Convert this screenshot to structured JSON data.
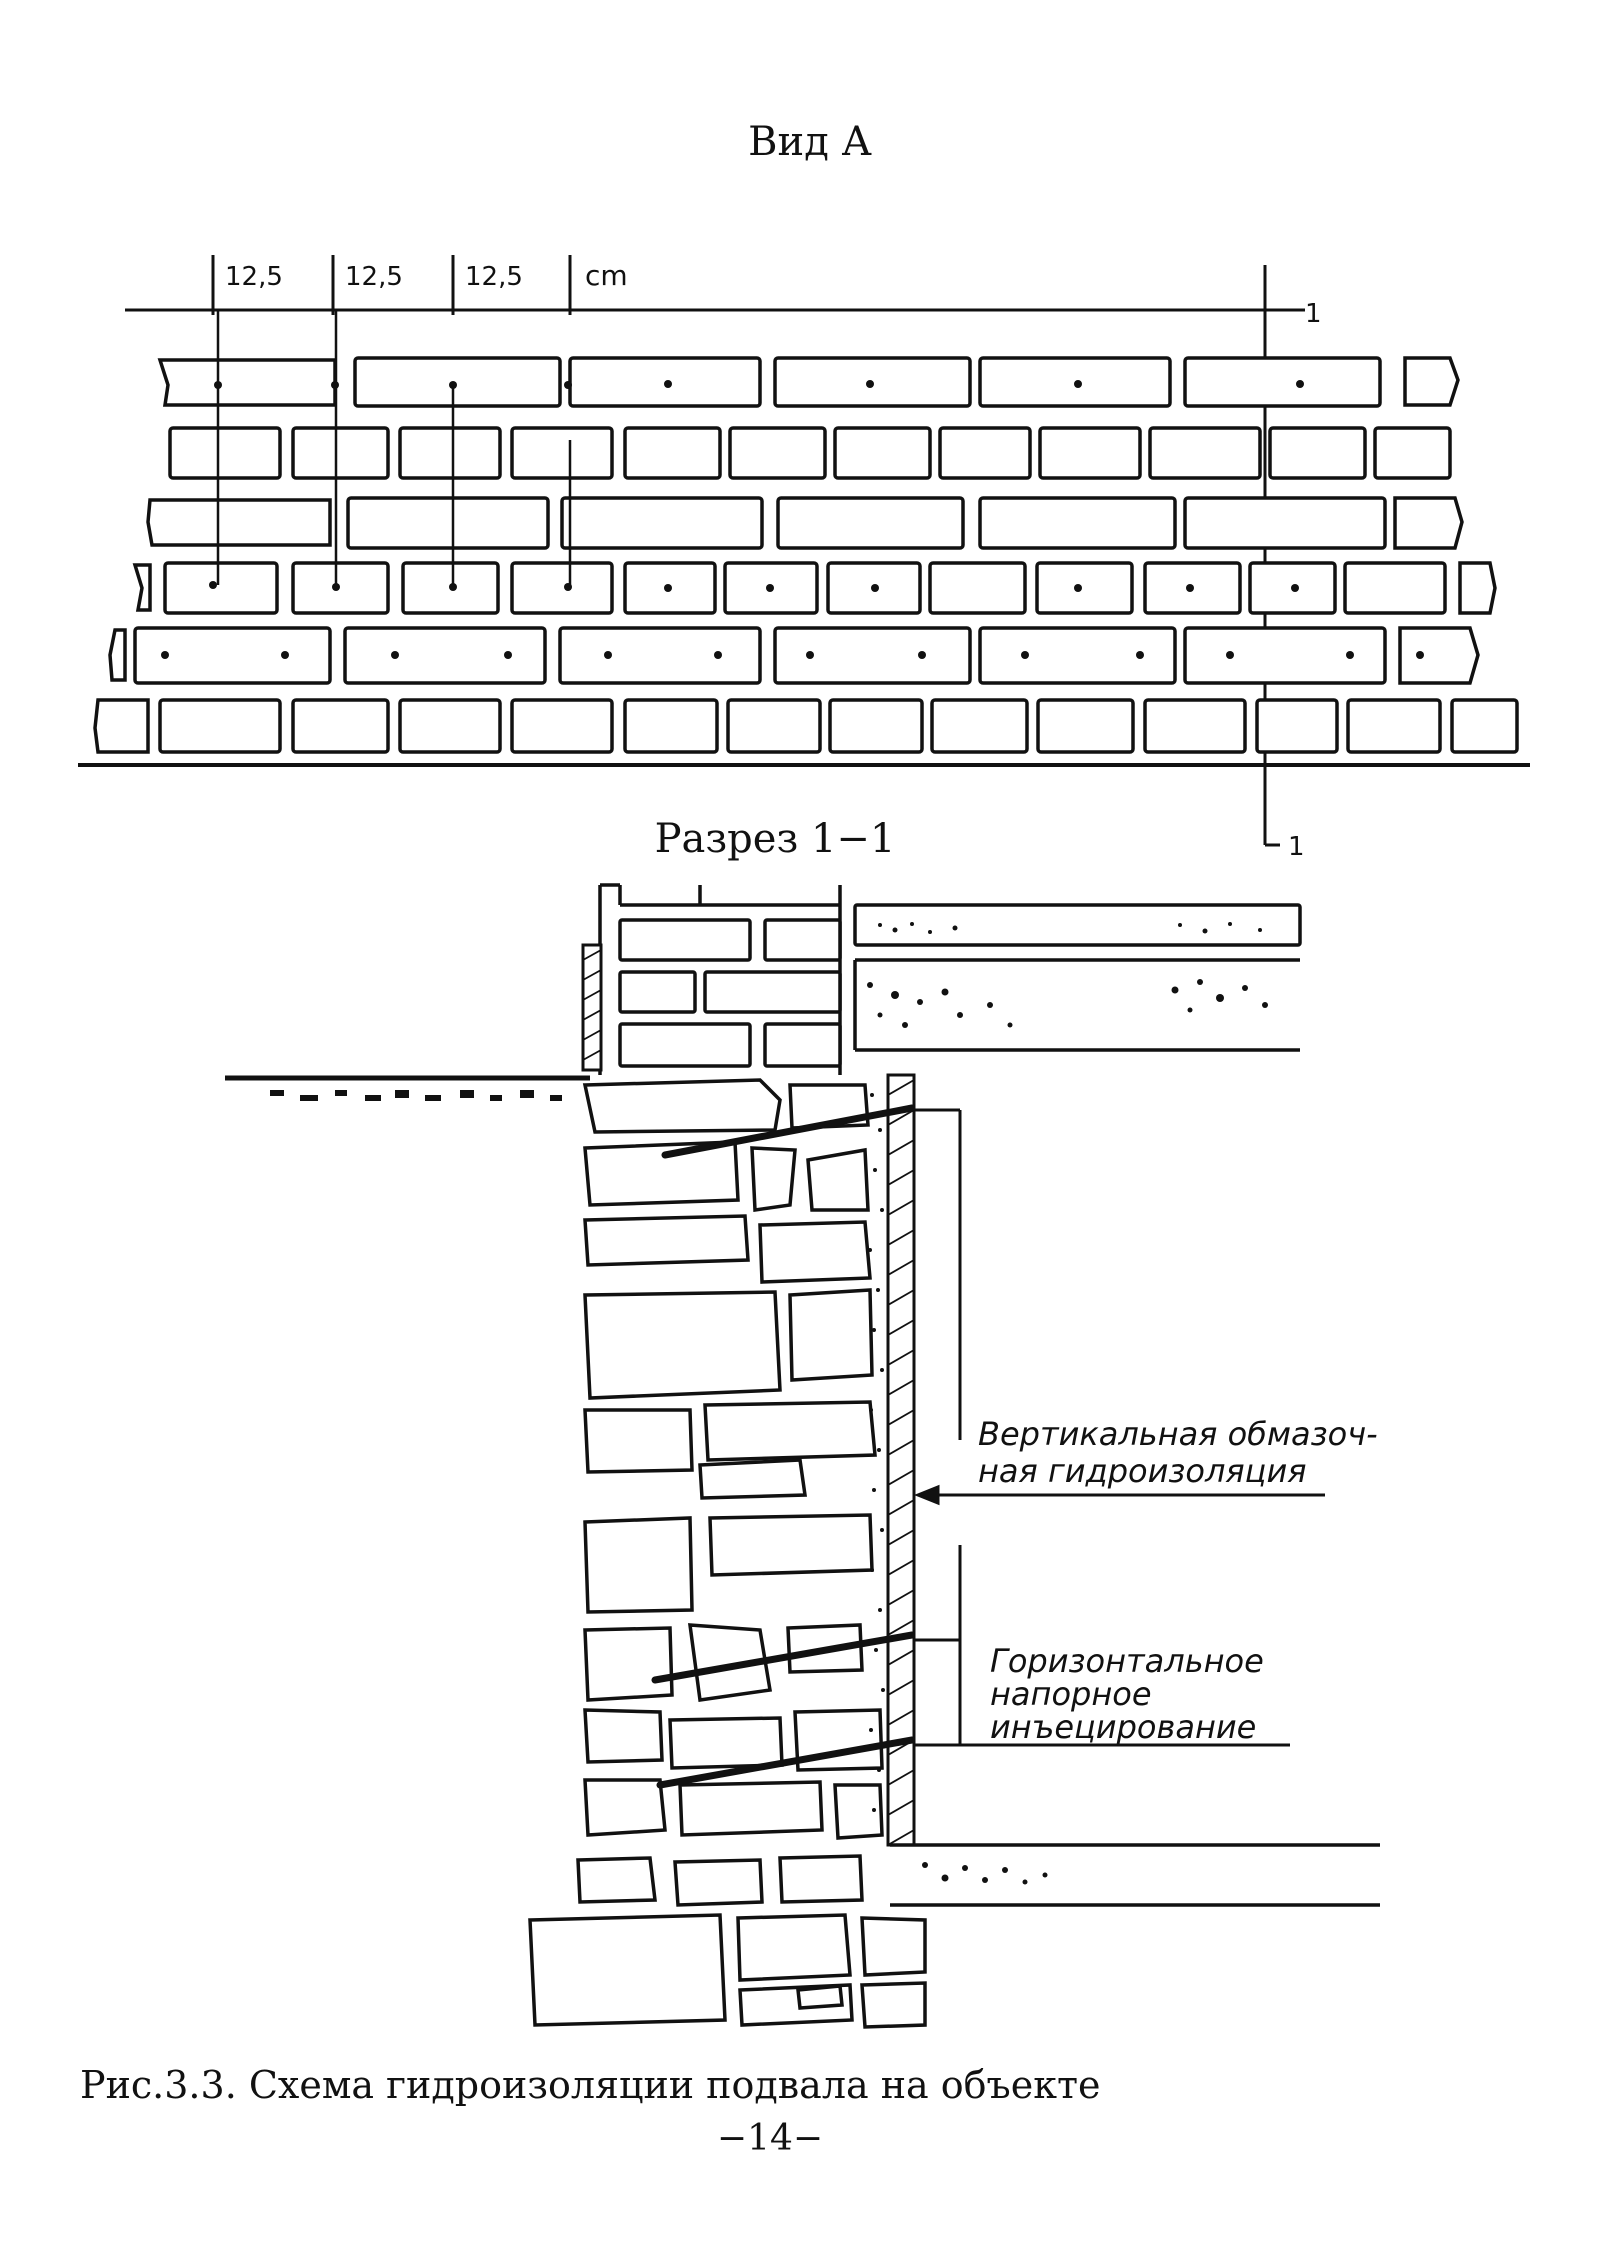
{
  "view_title": "Вид А",
  "section_title": "Разрез 1−1",
  "dimensions": [
    "12,5",
    "12,5",
    "12,5"
  ],
  "dimension_unit": "cm",
  "section_marker_top": "1",
  "section_marker_bottom": "1",
  "callouts": {
    "vertical_line1": "Вертикальная обмазоч-",
    "vertical_line2": "ная гидроизоляция",
    "horizontal_line1": "Горизонтальное",
    "horizontal_line2": "напорное",
    "horizontal_line3": "инъецирование"
  },
  "caption": "Рис.3.3. Схема гидроизоляции подвала на объекте",
  "page_number": "−14−",
  "colors": {
    "ink": "#111111",
    "paper": "#ffffff"
  }
}
